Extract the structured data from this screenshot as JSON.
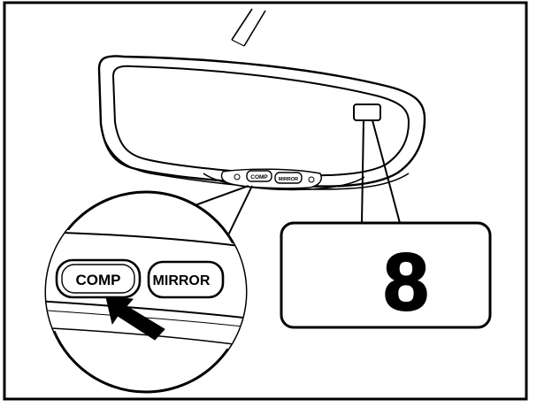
{
  "mirror": {
    "small_buttons": {
      "comp_label": "COMP",
      "mirror_label": "MIRROR"
    }
  },
  "zoom_buttons": {
    "comp_label": "COMP",
    "mirror_label": "MIRROR"
  },
  "compass_display": {
    "readout": "8"
  },
  "colors": {
    "ink": "#000000",
    "paper": "#ffffff",
    "button_fill": "#d9d9d9",
    "zoom_band": "#bdbdbd"
  }
}
